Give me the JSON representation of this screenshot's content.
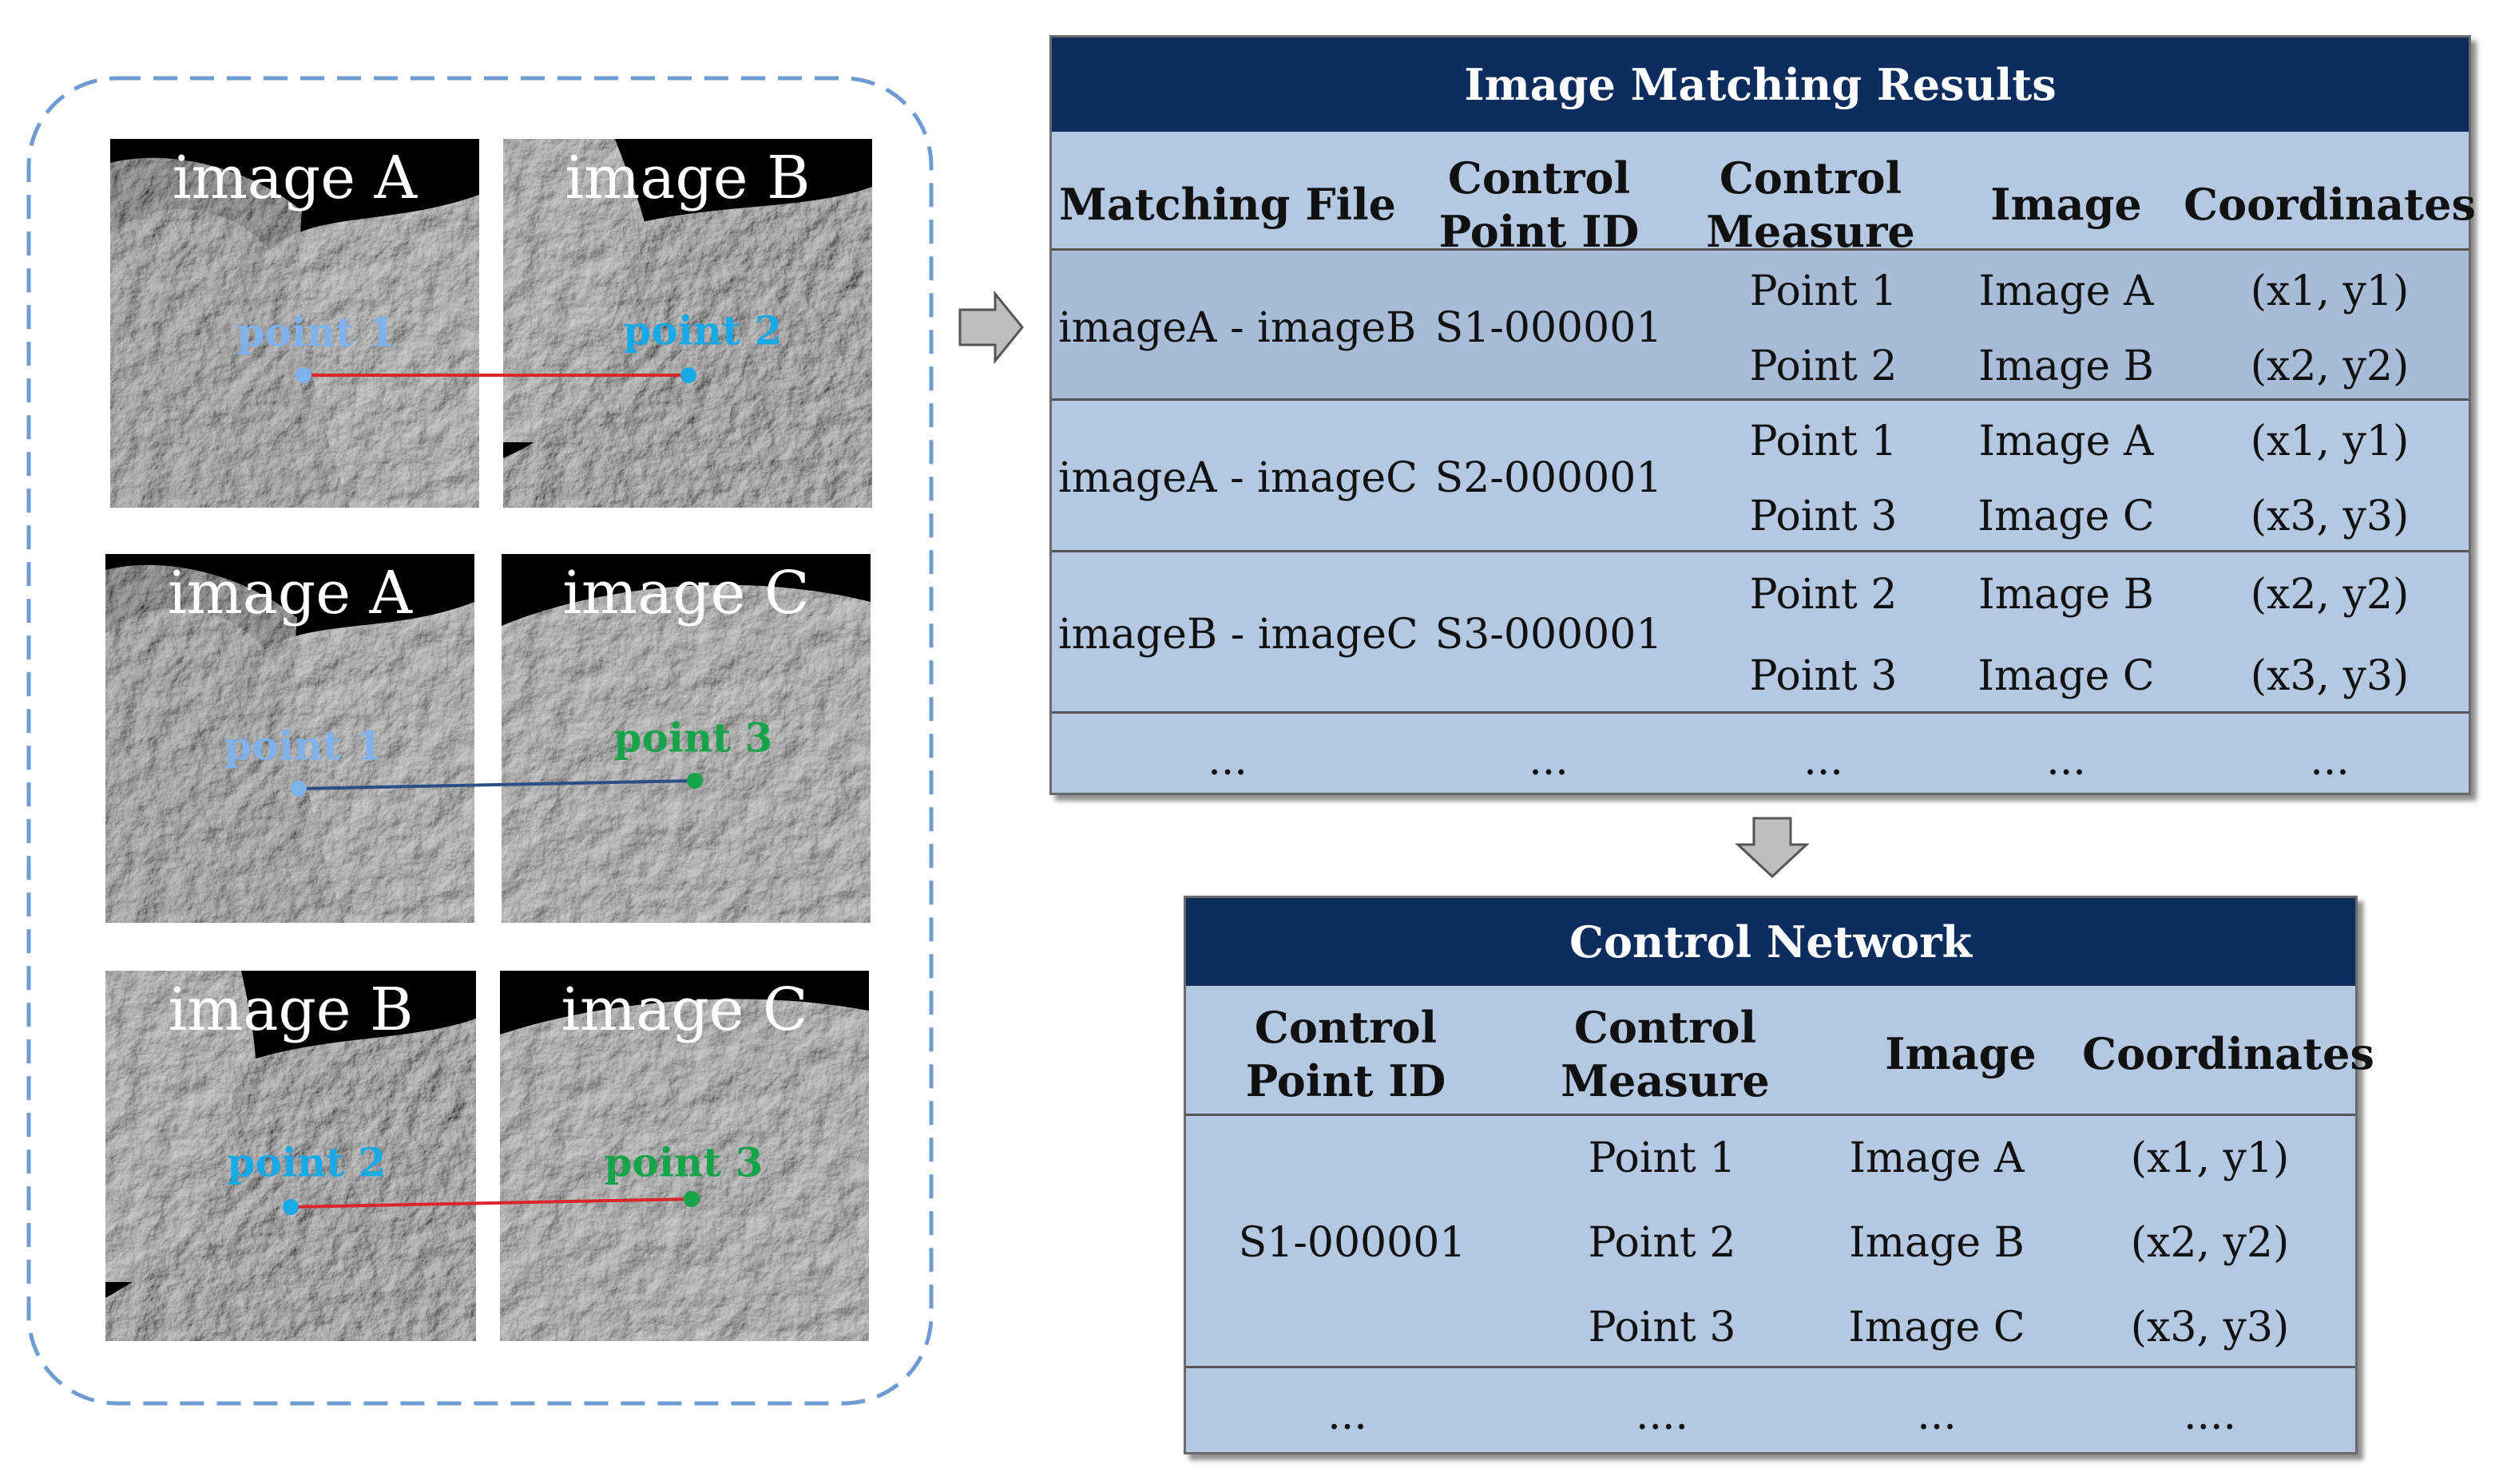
{
  "colors": {
    "header_bg": "#0e2d5f",
    "table_bg": "#b4c8e2",
    "row_highlight": "#a8bcd8",
    "dashed_border": "#6f9bd3",
    "line_red": "#d9262a",
    "line_navy": "#2a4f86",
    "point_light_blue": "#7fb2ea",
    "point_cyan": "#19a9e6",
    "point_green": "#17a34a"
  },
  "image_pairs": [
    {
      "left": {
        "label": "image A",
        "point": "point 1",
        "point_color": "#7fb2ea"
      },
      "right": {
        "label": "image B",
        "point": "point 2",
        "point_color": "#19a9e6"
      },
      "line_color": "#d9262a"
    },
    {
      "left": {
        "label": "image A",
        "point": "point 1",
        "point_color": "#7fb2ea"
      },
      "right": {
        "label": "image C",
        "point": "point 3",
        "point_color": "#17a34a"
      },
      "line_color": "#2a4f86"
    },
    {
      "left": {
        "label": "image B",
        "point": "point 2",
        "point_color": "#19a9e6"
      },
      "right": {
        "label": "image C",
        "point": "point 3",
        "point_color": "#17a34a"
      },
      "line_color": "#d9262a"
    }
  ],
  "matching_table": {
    "title": "Image Matching Results",
    "headers": [
      "Matching File",
      "Control Point ID",
      "Control Measure",
      "Image",
      "Coordinates"
    ],
    "groups": [
      {
        "file": "imageA - imageB",
        "id": "S1-000001",
        "rows": [
          [
            "Point 1",
            "Image A",
            "(x1, y1)"
          ],
          [
            "Point 2",
            "Image B",
            "(x2, y2)"
          ]
        ]
      },
      {
        "file": "imageA - imageC",
        "id": "S2-000001",
        "rows": [
          [
            "Point 1",
            "Image A",
            "(x1, y1)"
          ],
          [
            "Point 3",
            "Image C",
            "(x3, y3)"
          ]
        ]
      },
      {
        "file": "imageB - imageC",
        "id": "S3-000001",
        "rows": [
          [
            "Point 2",
            "Image B",
            "(x2, y2)"
          ],
          [
            "Point 3",
            "Image C",
            "(x3, y3)"
          ]
        ]
      }
    ],
    "ellipsis_row": [
      "...",
      "...",
      "...",
      "...",
      "..."
    ]
  },
  "network_table": {
    "title": "Control Network",
    "headers": [
      "Control Point ID",
      "Control Measure",
      "Image",
      "Coordinates"
    ],
    "group": {
      "id": "S1-000001",
      "rows": [
        [
          "Point 1",
          "Image A",
          "(x1, y1)"
        ],
        [
          "Point 2",
          "Image B",
          "(x2, y2)"
        ],
        [
          "Point 3",
          "Image C",
          "(x3, y3)"
        ]
      ]
    },
    "ellipsis_row": [
      "...",
      "....",
      "...",
      "...."
    ]
  }
}
